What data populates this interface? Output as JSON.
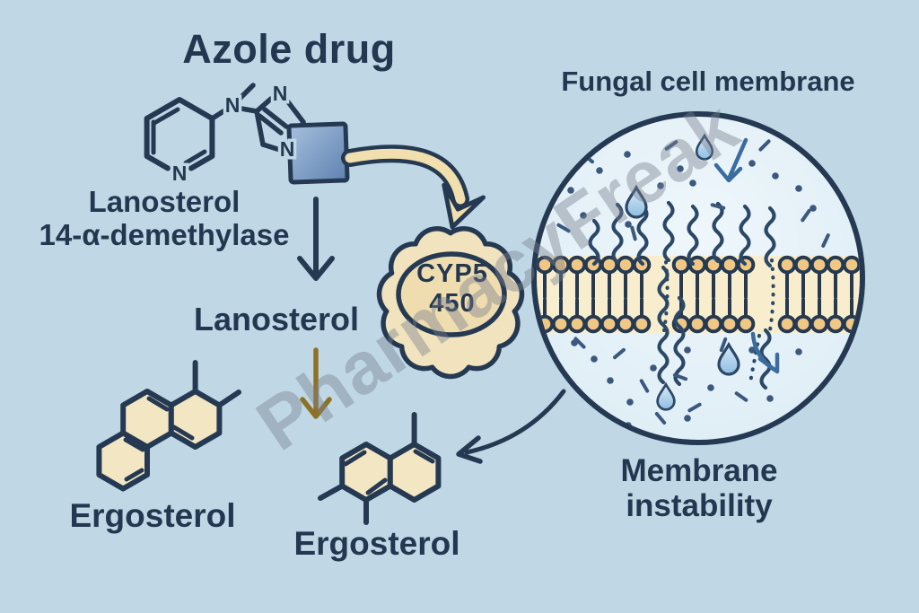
{
  "title": "Azole drug",
  "enzyme_label": {
    "line1": "Lanosterol",
    "line2": "14-α-demethylase"
  },
  "cyp": {
    "line1": "CYP5",
    "line2": "450"
  },
  "membrane": {
    "title": "Fungal cell membrane",
    "caption1": "Membrane",
    "caption2": "instability"
  },
  "pathway": {
    "substrate": "Lanosterol",
    "product_left": "Ergosterol",
    "product_mid": "Ergosterol"
  },
  "atoms": {
    "nitrogen": "N"
  },
  "watermark": "PharmacyFreak",
  "colors": {
    "background": "#c0d8e6",
    "ink": "#253a52",
    "tan_fill": "#f2e3bd",
    "lipid_head": "#f0c884",
    "azole_square": "#6484b1",
    "brown_arrow": "#8d7226",
    "droplet": "#93c0e4",
    "watermark_gray": "#767f8c"
  }
}
